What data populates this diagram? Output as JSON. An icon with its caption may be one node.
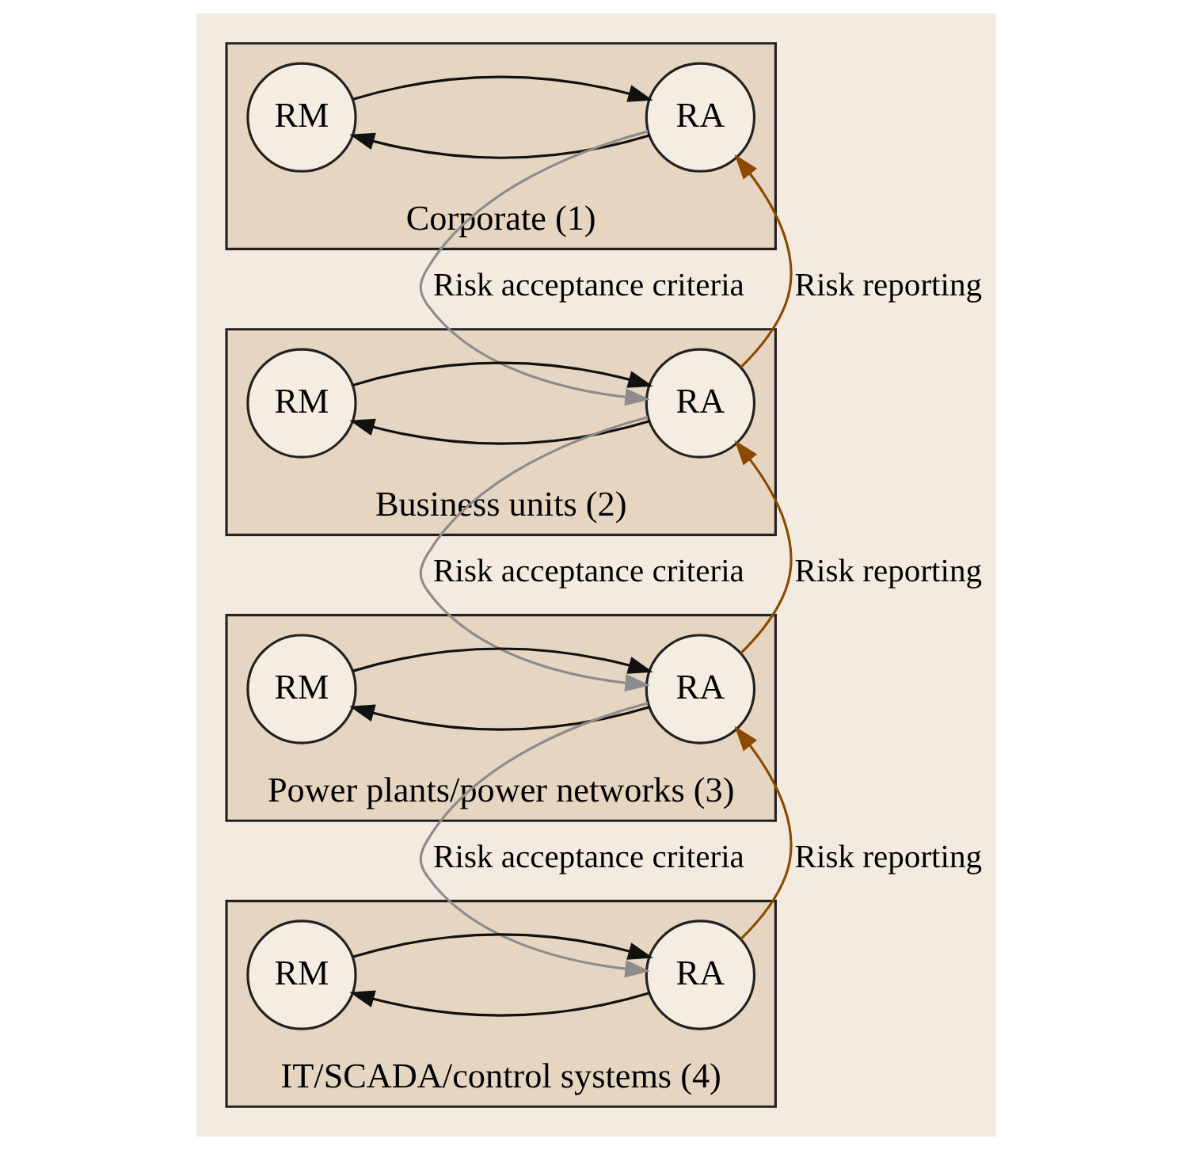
{
  "diagram": {
    "nodes": [
      {
        "text": [
          "Corporate (1)"
        ]
      },
      {
        "text": [
          "RA"
        ],
        "in": 0
      },
      {
        "text": [
          "RM"
        ],
        "in": 0
      },
      {
        "text": [
          "Business units (2)"
        ]
      },
      {
        "text": [
          "RA"
        ],
        "in": 3
      },
      {
        "text": [
          "RM"
        ],
        "in": 3
      },
      {
        "text": [
          "Power plants/power networks (3)"
        ]
      },
      {
        "text": [
          "RA"
        ],
        "in": 6
      },
      {
        "text": [
          "RM"
        ],
        "in": 6
      },
      {
        "text": [
          "IT/SCADA/control systems (4)"
        ]
      },
      {
        "text": [
          "RA"
        ],
        "in": 9
      },
      {
        "text": [
          "RM"
        ],
        "in": 9
      }
    ],
    "edges": [
      {
        "from": 1,
        "to": 2,
        "arrow": "to"
      },
      {
        "from": 2,
        "to": 1,
        "arrow": "to"
      },
      {
        "from": 4,
        "to": 1,
        "arrow": "to",
        "label": "Risk reporting",
        "color": "#8b4a00"
      },
      {
        "from": 1,
        "to": 4,
        "arrow": "to",
        "label": "Risk acceptance criteria",
        "color": "#8c8c8c"
      },
      {
        "from": 4,
        "to": 5,
        "arrow": "to"
      },
      {
        "from": 5,
        "to": 4,
        "arrow": "to"
      },
      {
        "from": 7,
        "to": 4,
        "arrow": "to",
        "label": "Risk reporting",
        "color": "#8b4a00"
      },
      {
        "from": 4,
        "to": 7,
        "arrow": "to",
        "label": "Risk acceptance criteria",
        "color": "#8c8c8c"
      },
      {
        "from": 7,
        "to": 8,
        "arrow": "to"
      },
      {
        "from": 8,
        "to": 7,
        "arrow": "to"
      },
      {
        "from": 10,
        "to": 7,
        "arrow": "to",
        "label": "Risk reporting",
        "color": "#8b4a00"
      },
      {
        "from": 7,
        "to": 10,
        "arrow": "to",
        "label": "Risk acceptance criteria",
        "color": "#8c8c8c"
      },
      {
        "from": 10,
        "to": 11,
        "arrow": "to"
      },
      {
        "from": 11,
        "to": 10,
        "arrow": "to"
      }
    ]
  }
}
